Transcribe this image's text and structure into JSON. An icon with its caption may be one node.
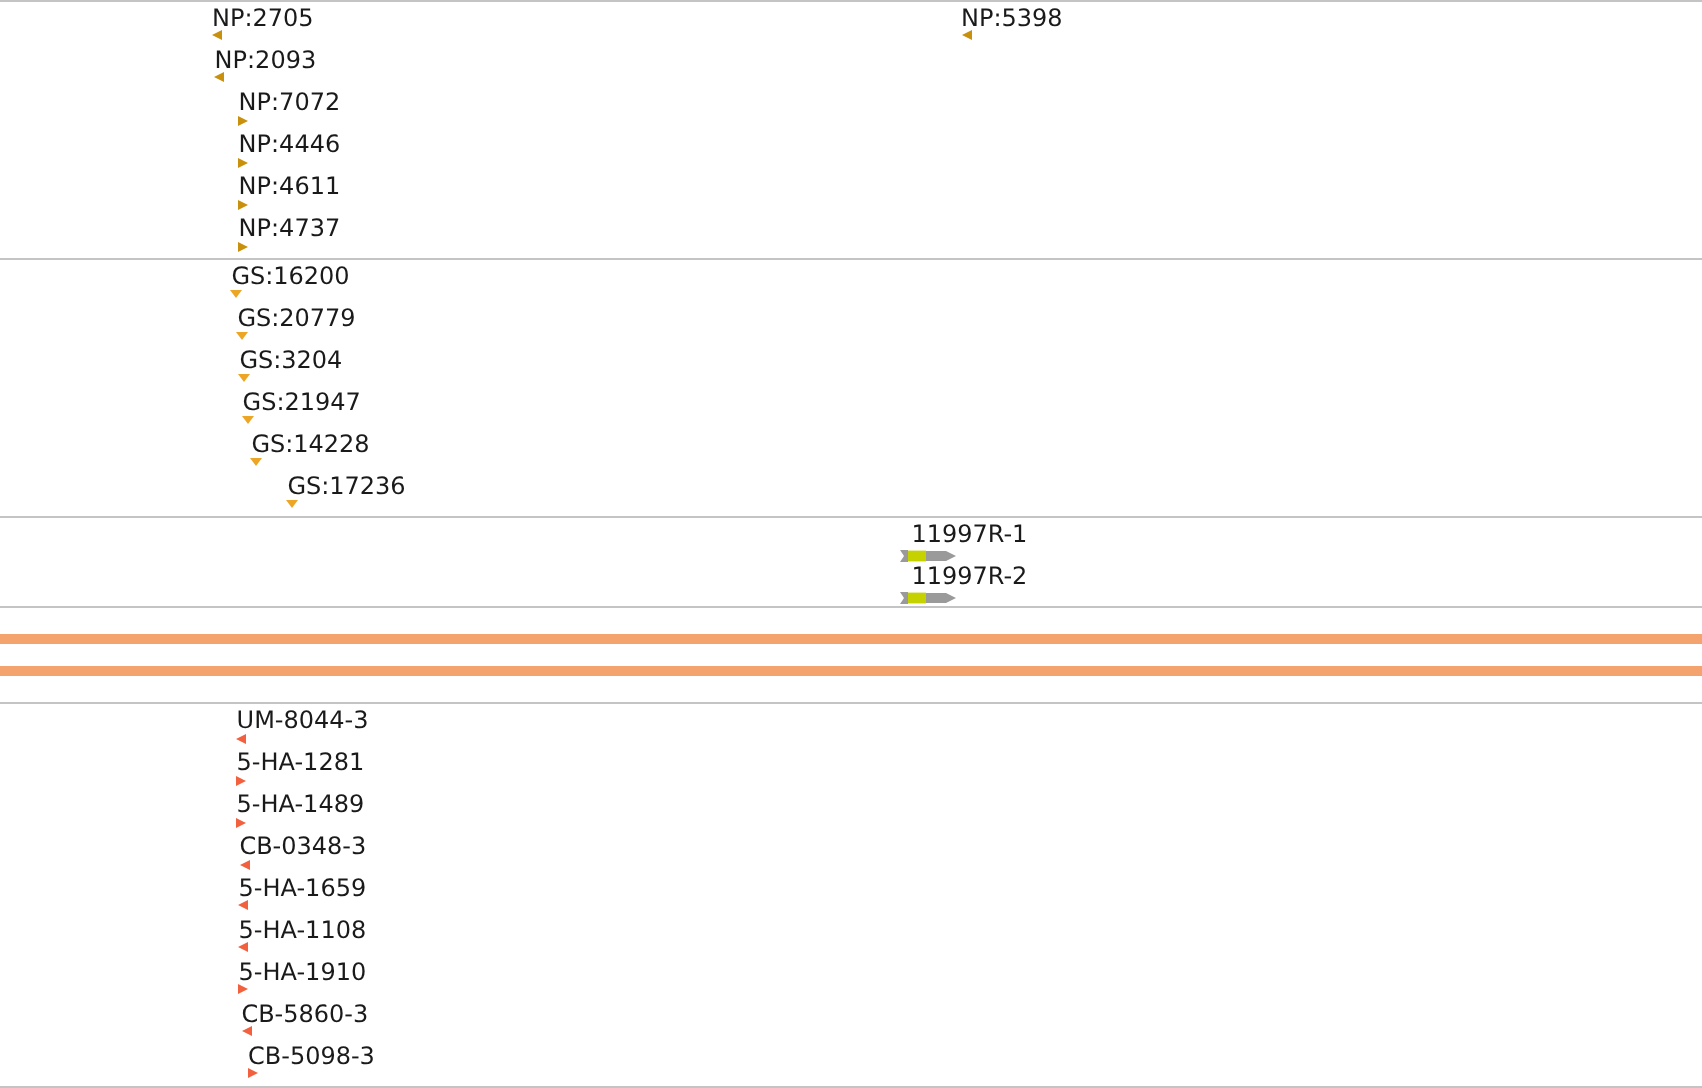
{
  "diagram": {
    "labels": [
      "NP:2705",
      "NP:5398",
      "NP:2093",
      "NP:7072",
      "NP:4446",
      "NP:4611",
      "NP:4737",
      "GS:16200",
      "GS:20779",
      "GS:3204",
      "GS:21947",
      "GS:14228",
      "GS:17236",
      "11997R-1",
      "11997R-2",
      "UM-8044-3",
      "5-HA-1281",
      "5-HA-1489",
      "CB-0348-3",
      "5-HA-1659",
      "5-HA-1108",
      "5-HA-1910",
      "CB-5860-3",
      "CB-5098-3"
    ]
  }
}
